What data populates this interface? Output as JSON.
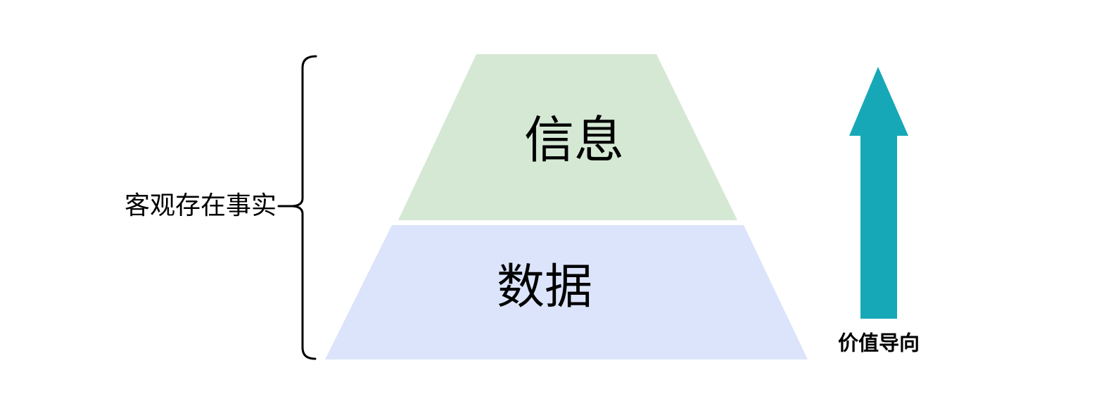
{
  "diagram": {
    "title_hint": "data-information pyramid with value-direction arrow",
    "pyramid": {
      "layers": [
        {
          "label": "信息",
          "fill": "#d5e8d4"
        },
        {
          "label": "数据",
          "fill": "#dbe4fa"
        }
      ]
    },
    "left_annotation": {
      "label": "客观存在事实",
      "brace_color": "#000000"
    },
    "arrow": {
      "label": "价值导向",
      "direction": "up",
      "color": "#16a8b7"
    },
    "background": "#ffffff",
    "text_color": "#000000"
  }
}
